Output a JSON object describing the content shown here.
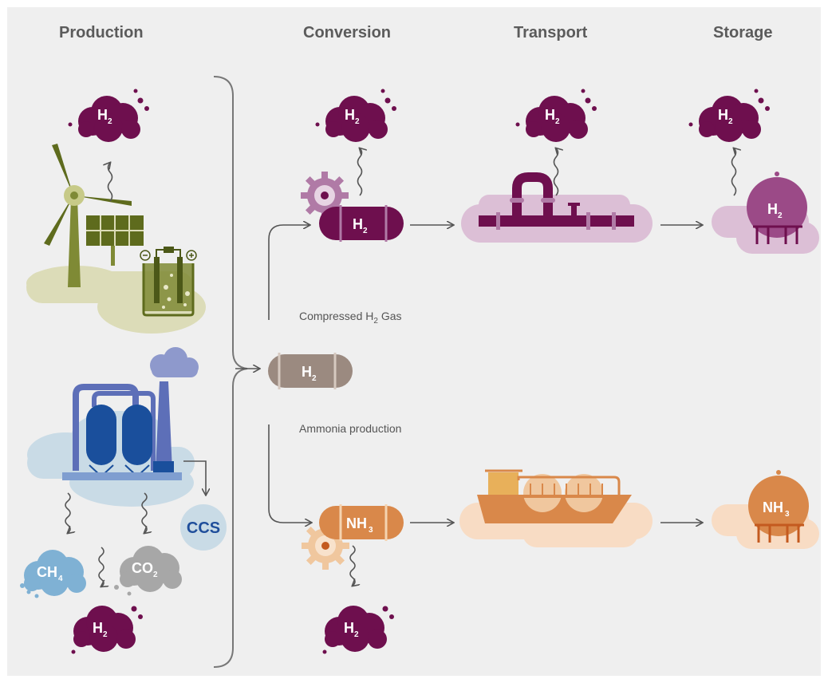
{
  "columns": {
    "production": "Production",
    "conversion": "Conversion",
    "transport": "Transport",
    "storage": "Storage"
  },
  "captions": {
    "compressed_main": "Compressed H",
    "compressed_sub": "2",
    "compressed_tail": " Gas",
    "ammonia": "Ammonia production"
  },
  "chem": {
    "h2_main": "H",
    "h2_sub": "2",
    "nh3_main": "NH",
    "nh3_sub": "3",
    "ch4_main": "CH",
    "ch4_sub": "4",
    "co2_main": "CO",
    "co2_sub": "2",
    "ccs": "CCS"
  },
  "colors": {
    "h2_purple": "#6e0f4e",
    "ammonia_orange": "#d9884a",
    "gray_tank": "#9b8a80",
    "green_renewable": "#6e7a2a",
    "blue_plant": "#1a4f9c",
    "arrow_gray": "#555555"
  }
}
